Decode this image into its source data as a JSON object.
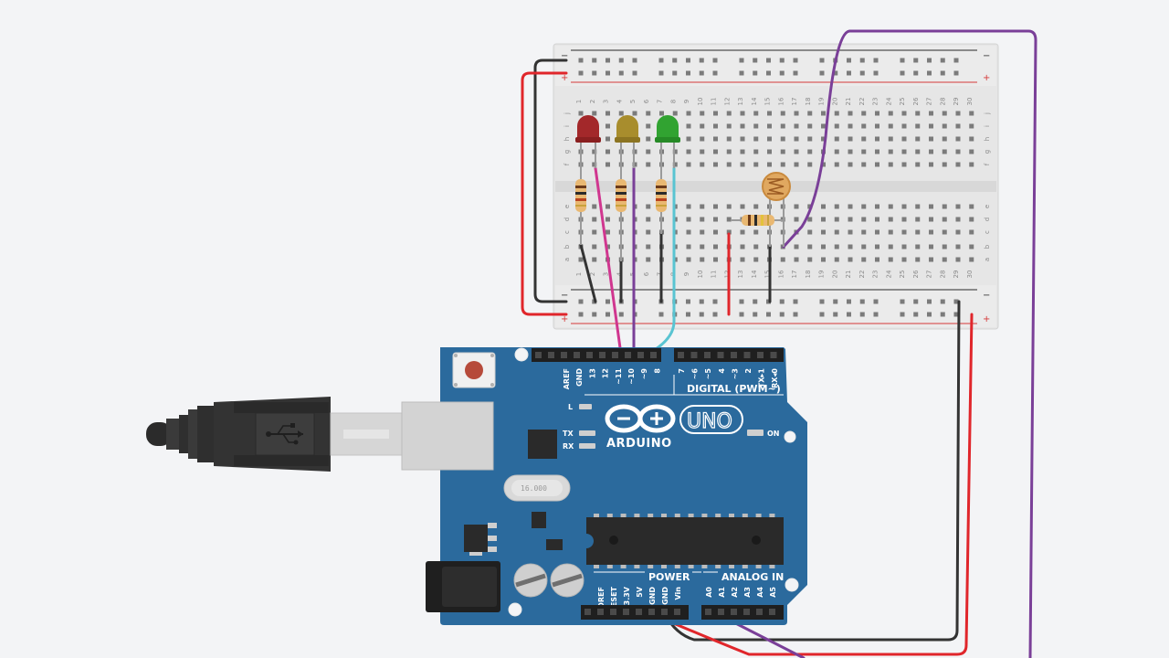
{
  "breadcrumb": {},
  "breadboard": {
    "rail_minus": "−",
    "rail_plus": "+",
    "row_letters_top": [
      "j",
      "i",
      "h",
      "g",
      "f"
    ],
    "row_letters_bottom": [
      "e",
      "d",
      "c",
      "b",
      "a"
    ],
    "column_numbers": [
      "1",
      "2",
      "3",
      "4",
      "5",
      "6",
      "7",
      "8",
      "9",
      "10",
      "11",
      "12",
      "13",
      "14",
      "15",
      "16",
      "17",
      "18",
      "19",
      "20",
      "21",
      "22",
      "23",
      "24",
      "25",
      "26",
      "27",
      "28",
      "29",
      "30"
    ]
  },
  "arduino": {
    "brand": "ARDUINO",
    "model": "UNO",
    "digital_label": "DIGITAL (PWM~)",
    "power_label": "POWER",
    "analog_label": "ANALOG IN",
    "on_label": "ON",
    "l_label": "L",
    "tx_label": "TX",
    "rx_label": "RX",
    "crystal_text": "16.000",
    "digital_pins": [
      "AREF",
      "GND",
      "13",
      "12",
      "~11",
      "~10",
      "~9",
      "8",
      "7",
      "~6",
      "~5",
      "4",
      "~3",
      "2",
      "TX▸1",
      "RX◂0"
    ],
    "power_pins": [
      "IOREF",
      "RESET",
      "3.3V",
      "5V",
      "GND",
      "GND",
      "Vin"
    ],
    "analog_pins": [
      "A0",
      "A1",
      "A2",
      "A3",
      "A4",
      "A5"
    ]
  },
  "colors": {
    "background": "#f3f4f6",
    "breadboard": "#e6e6e6",
    "arduino_blue": "#2b6a9d",
    "wire_red": "#e0262b",
    "wire_black": "#333333",
    "wire_purple": "#7a3f98",
    "wire_magenta": "#d0368f",
    "wire_cyan": "#59c4d2",
    "led_red": "#a3282a",
    "led_yellow": "#a88d2d",
    "led_green": "#31a331"
  },
  "icons": {
    "usb_symbol": "usb-icon",
    "infinity_logo": "arduino-logo-icon"
  }
}
